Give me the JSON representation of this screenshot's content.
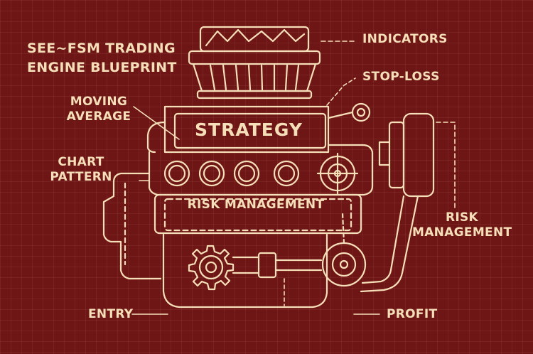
{
  "title": {
    "line1": "SEE~FSM TRADING",
    "line2": "ENGINE BLUEPRINT"
  },
  "engine": {
    "strategy": "STRATEGY",
    "risk_management_inner": "RISK MANAGEMENT"
  },
  "labels": {
    "indicators": "INDICATORS",
    "stop_loss": "STOP-LOSS",
    "moving_average": {
      "line1": "MOVING",
      "line2": "AVERAGE"
    },
    "chart_pattern": {
      "line1": "CHART",
      "line2": "PATTERN"
    },
    "risk_management": {
      "line1": "RISK",
      "line2": "MANAGEMENT"
    },
    "entry": "ENTRY",
    "profit": "PROFIT"
  },
  "colors": {
    "background": "#6e1516",
    "line": "#f5dfb8"
  }
}
